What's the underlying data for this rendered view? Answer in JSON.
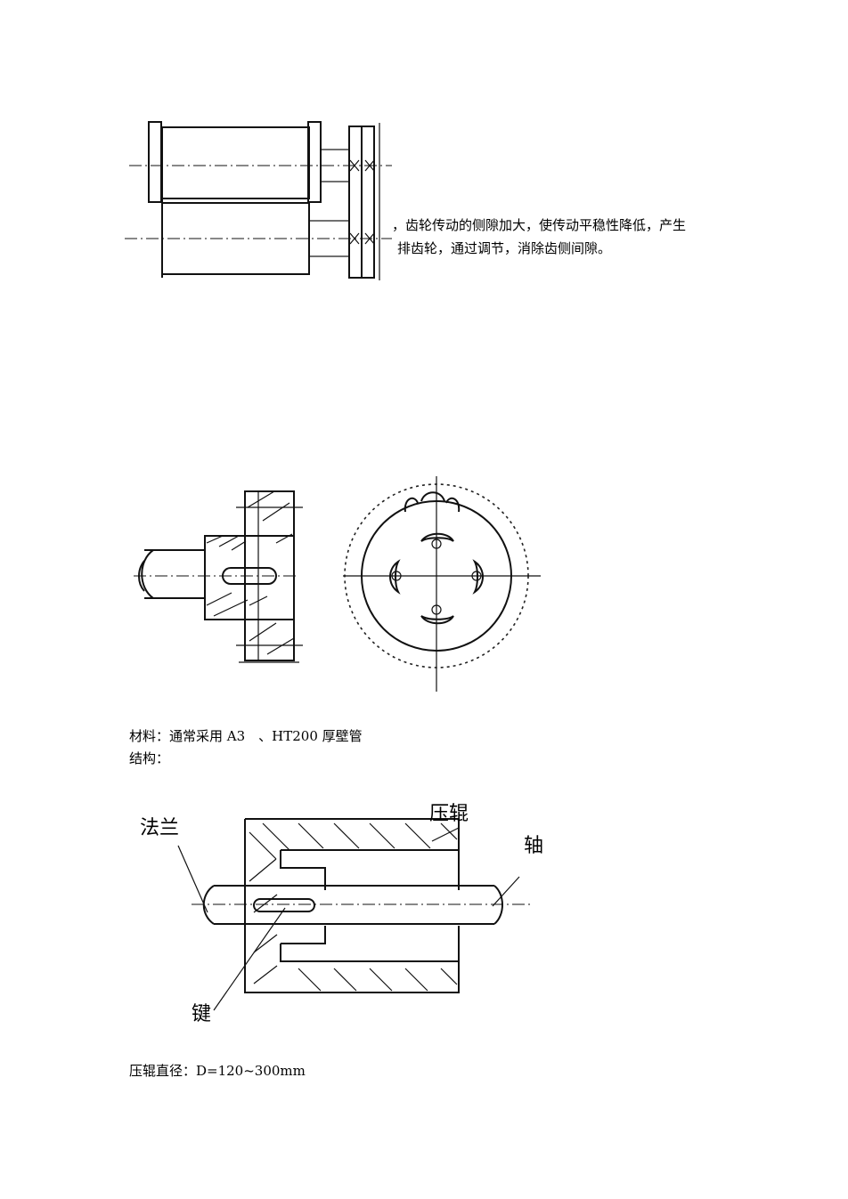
{
  "figure1": {
    "caption_line1": "，齿轮传动的侧隙加大，使传动平稳性降低，产生",
    "caption_line2": "排齿轮，通过调节，消除齿侧间隙。"
  },
  "material_text": "材料：通常采用 A3　、HT200 厚壁管",
  "structure_text": "结构：",
  "figure3": {
    "label_flange": "法兰",
    "label_roller": "压辊",
    "label_shaft": "轴",
    "label_key": "键"
  },
  "diameter_text": "压辊直径：D=120~300mm"
}
